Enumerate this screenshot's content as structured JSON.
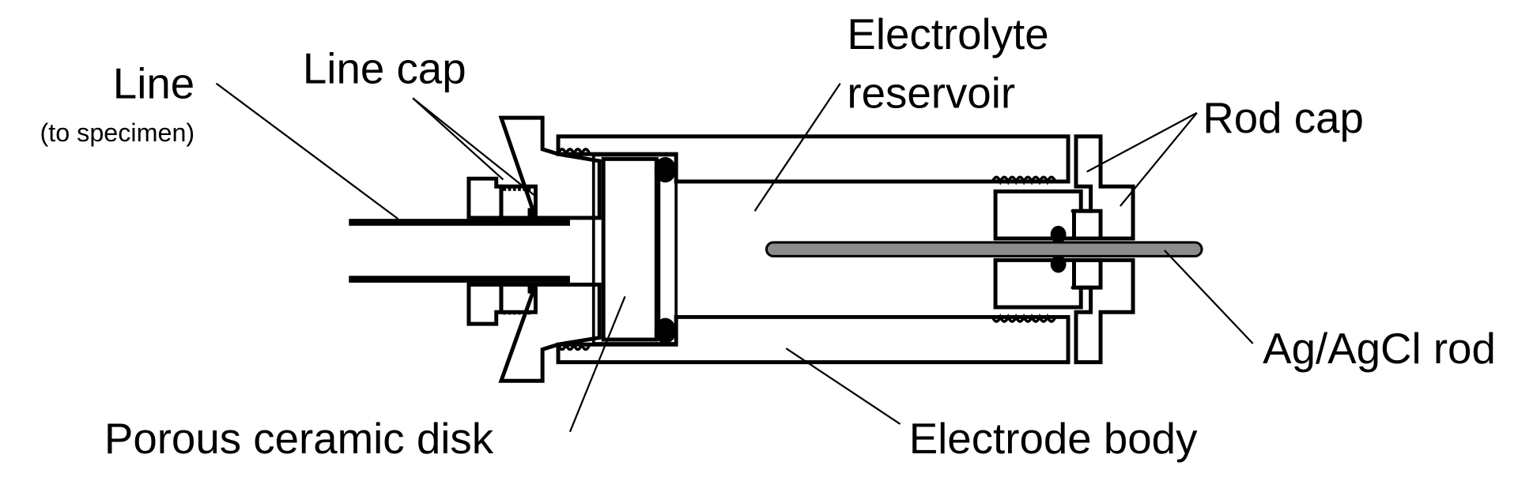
{
  "diagram": {
    "title": "Ag/AgCl reference electrode cross-section",
    "labels": {
      "line": "Line",
      "line_sub": "(to specimen)",
      "line_cap": "Line cap",
      "electrolyte_1": "Electrolyte",
      "electrolyte_2": "reservoir",
      "rod_cap": "Rod cap",
      "rod": "Ag/AgCl rod",
      "disk": "Porous ceramic disk",
      "body": "Electrode body"
    },
    "colors": {
      "ink": "#000000",
      "rod_fill": "#8c8c8c",
      "background": "#ffffff"
    }
  }
}
